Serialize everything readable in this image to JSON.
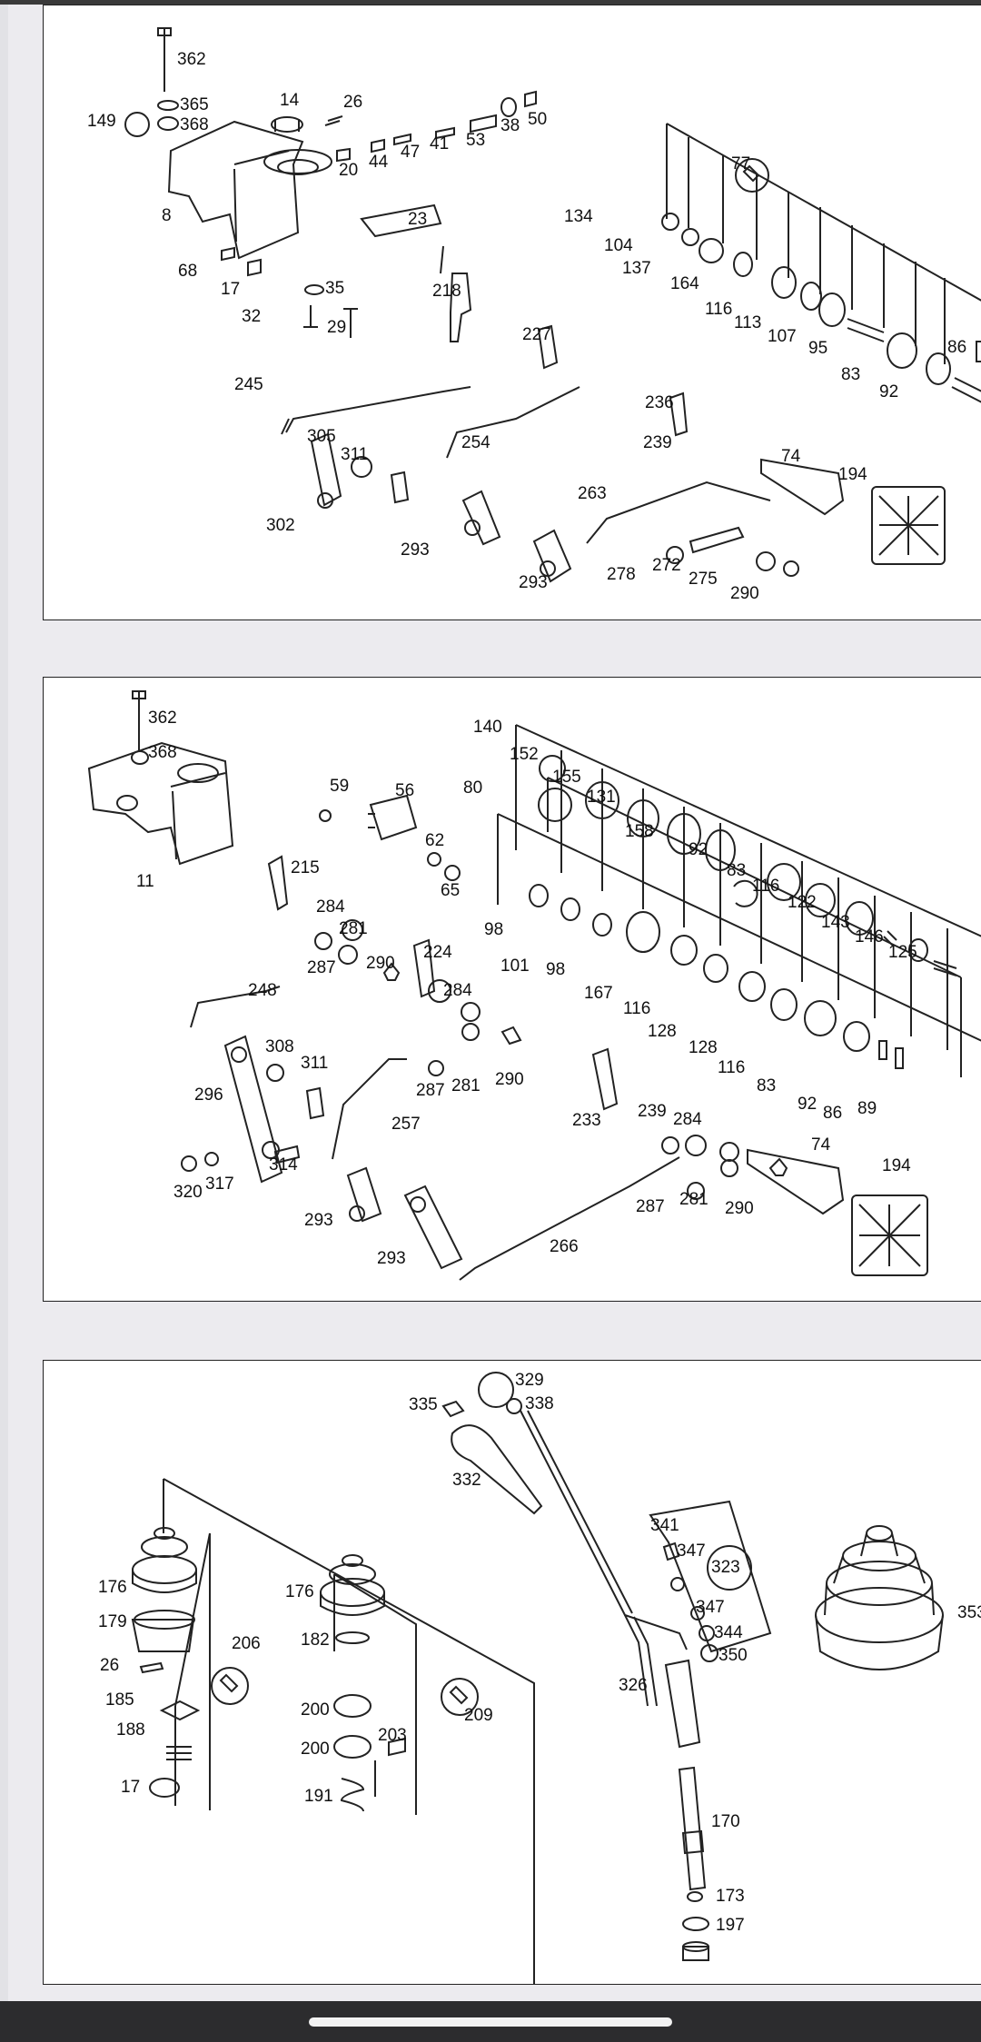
{
  "panels": [
    {
      "id": "panel-1",
      "labels": [
        "362",
        "365",
        "368",
        "149",
        "14",
        "26",
        "20",
        "44",
        "47",
        "41",
        "53",
        "38",
        "50",
        "8",
        "23",
        "68",
        "17",
        "35",
        "32",
        "29",
        "218",
        "227",
        "77",
        "134",
        "104",
        "137",
        "164",
        "116",
        "113",
        "107",
        "95",
        "83",
        "92",
        "86",
        "245",
        "305",
        "311",
        "302",
        "254",
        "293",
        "236",
        "239",
        "263",
        "74",
        "194",
        "278",
        "272",
        "275",
        "290",
        "293"
      ]
    },
    {
      "id": "panel-2",
      "labels": [
        "362",
        "368",
        "11",
        "59",
        "56",
        "62",
        "65",
        "215",
        "80",
        "140",
        "152",
        "155",
        "131",
        "158",
        "92",
        "83",
        "116",
        "122",
        "143",
        "146",
        "125",
        "284",
        "281",
        "287",
        "290",
        "224",
        "98",
        "101",
        "98",
        "167",
        "116",
        "128",
        "128",
        "116",
        "83",
        "92",
        "86",
        "89",
        "248",
        "308",
        "311",
        "284",
        "296",
        "287",
        "281",
        "290",
        "257",
        "314",
        "317",
        "320",
        "233",
        "239",
        "284",
        "74",
        "194",
        "281",
        "287",
        "290",
        "293",
        "293",
        "266"
      ]
    },
    {
      "id": "panel-3",
      "labels": [
        "329",
        "335",
        "338",
        "332",
        "341",
        "347",
        "323",
        "347",
        "344",
        "350",
        "353",
        "176",
        "179",
        "206",
        "26",
        "185",
        "188",
        "17",
        "176",
        "182",
        "209",
        "200",
        "203",
        "200",
        "191",
        "326",
        "170",
        "173",
        "197"
      ]
    }
  ]
}
